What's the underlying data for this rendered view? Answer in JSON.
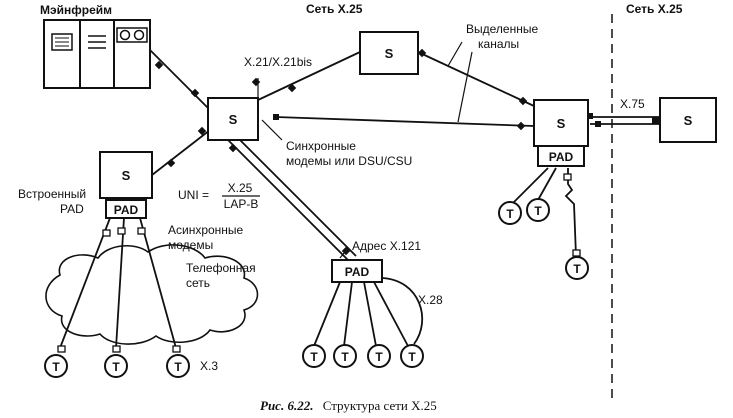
{
  "labels": {
    "mainframe": "Мэйнфрейм",
    "net_center": "Сеть Х.25",
    "net_right": "Сеть Х.25",
    "leased_line1": "Выделенные",
    "leased_line2": "каналы",
    "x21": "X.21/X.21bis",
    "x75": "X.75",
    "sync1": "Синхронные",
    "sync2": "модемы или DSU/CSU",
    "builtin1": "Встроенный",
    "builtin2": "PAD",
    "uni_label": "UNI =",
    "uni_top": "X.25",
    "uni_bottom": "LAP-B",
    "async1": "Асинхронные",
    "async2": "модемы",
    "phone1": "Телефонная",
    "phone2": "сеть",
    "x121": "Адрес X.121",
    "x28": "X.28",
    "x3": "X.3"
  },
  "switch_label": "S",
  "pad_label": "PAD",
  "terminal_label": "T",
  "caption_prefix": "Рис. 6.22.",
  "caption_text": "Структура сети X.25"
}
